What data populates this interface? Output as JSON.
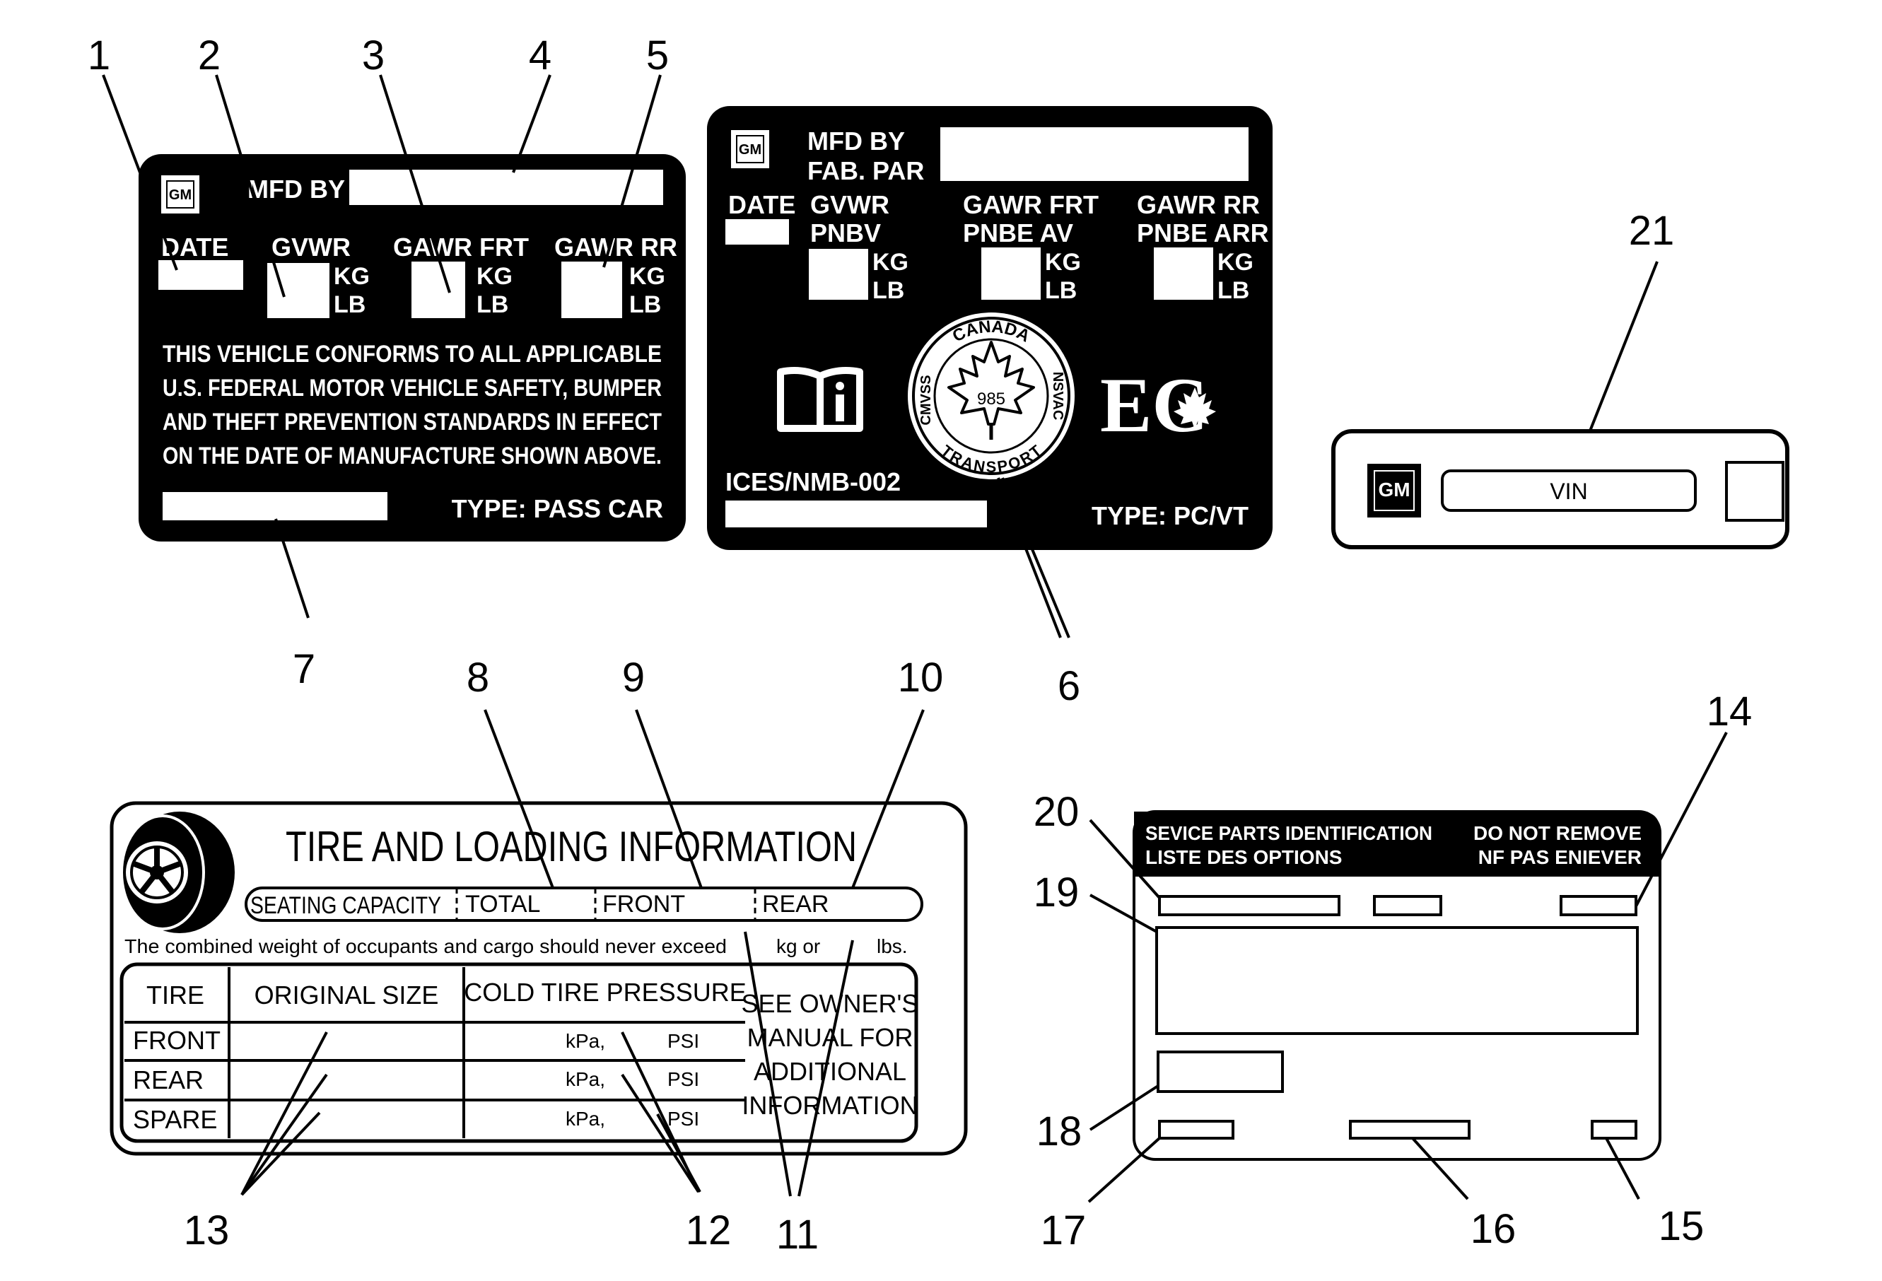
{
  "callouts": [
    "1",
    "2",
    "3",
    "4",
    "5",
    "6",
    "7",
    "8",
    "9",
    "10",
    "11",
    "12",
    "13",
    "14",
    "15",
    "16",
    "17",
    "18",
    "19",
    "20",
    "21"
  ],
  "us_label": {
    "logo": "GM",
    "mfd_by": "MFD BY",
    "date": "DATE",
    "gvwr": "GVWR",
    "gawr_frt": "GAWR FRT",
    "gawr_rr": "GAWR RR",
    "kg": "KG",
    "lb": "LB",
    "statement": [
      "THIS VEHICLE CONFORMS TO ALL APPLICABLE",
      "U.S. FEDERAL MOTOR VEHICLE SAFETY, BUMPER",
      "AND THEFT PREVENTION STANDARDS IN EFFECT",
      "ON THE DATE OF MANUFACTURE SHOWN ABOVE."
    ],
    "type": "TYPE:  PASS CAR"
  },
  "canada_label": {
    "logo": "GM",
    "mfd_by": "MFD BY",
    "fab_par": "FAB. PAR",
    "date": "DATE",
    "gvwr": "GVWR",
    "pnbv": "PNBV",
    "gawr_frt": "GAWR FRT",
    "pnbe_av": "PNBE  AV",
    "gawr_rr": "GAWR RR",
    "pnbe_arr": "PNBE  ARR",
    "kg": "KG",
    "lb": "LB",
    "seal_top": "CANADA",
    "seal_left": "CMVSS",
    "seal_right": "NSVAC",
    "seal_bottom": "TRANSPORT",
    "seal_number": "985",
    "ec": "EC",
    "ices": "ICES/NMB-002",
    "type": "TYPE:  PC/VT"
  },
  "vin_label": {
    "logo": "GM",
    "vin": "VIN"
  },
  "tire_label": {
    "title": "TIRE AND LOADING INFORMATION",
    "seating_capacity": "SEATING CAPACITY",
    "total": "TOTAL",
    "front": "FRONT",
    "rear": "REAR",
    "combined_weight": "The combined weight of occupants and cargo should never exceed",
    "kg_or": "kg or",
    "lbs": "lbs.",
    "headers": [
      "TIRE",
      "ORIGINAL SIZE",
      "COLD TIRE PRESSURE"
    ],
    "rows": [
      "FRONT",
      "REAR",
      "SPARE"
    ],
    "kpa": "kPa,",
    "psi": "PSI",
    "see_owners": [
      "SEE OWNER'S",
      "MANUAL FOR",
      "ADDITIONAL",
      "INFORMATION"
    ]
  },
  "service_label": {
    "line1_left": "SEVICE PARTS IDENTIFICATION",
    "line2_left": "LISTE DES OPTIONS",
    "line1_right": "DO NOT REMOVE",
    "line2_right": "NF PAS ENIEVER"
  }
}
